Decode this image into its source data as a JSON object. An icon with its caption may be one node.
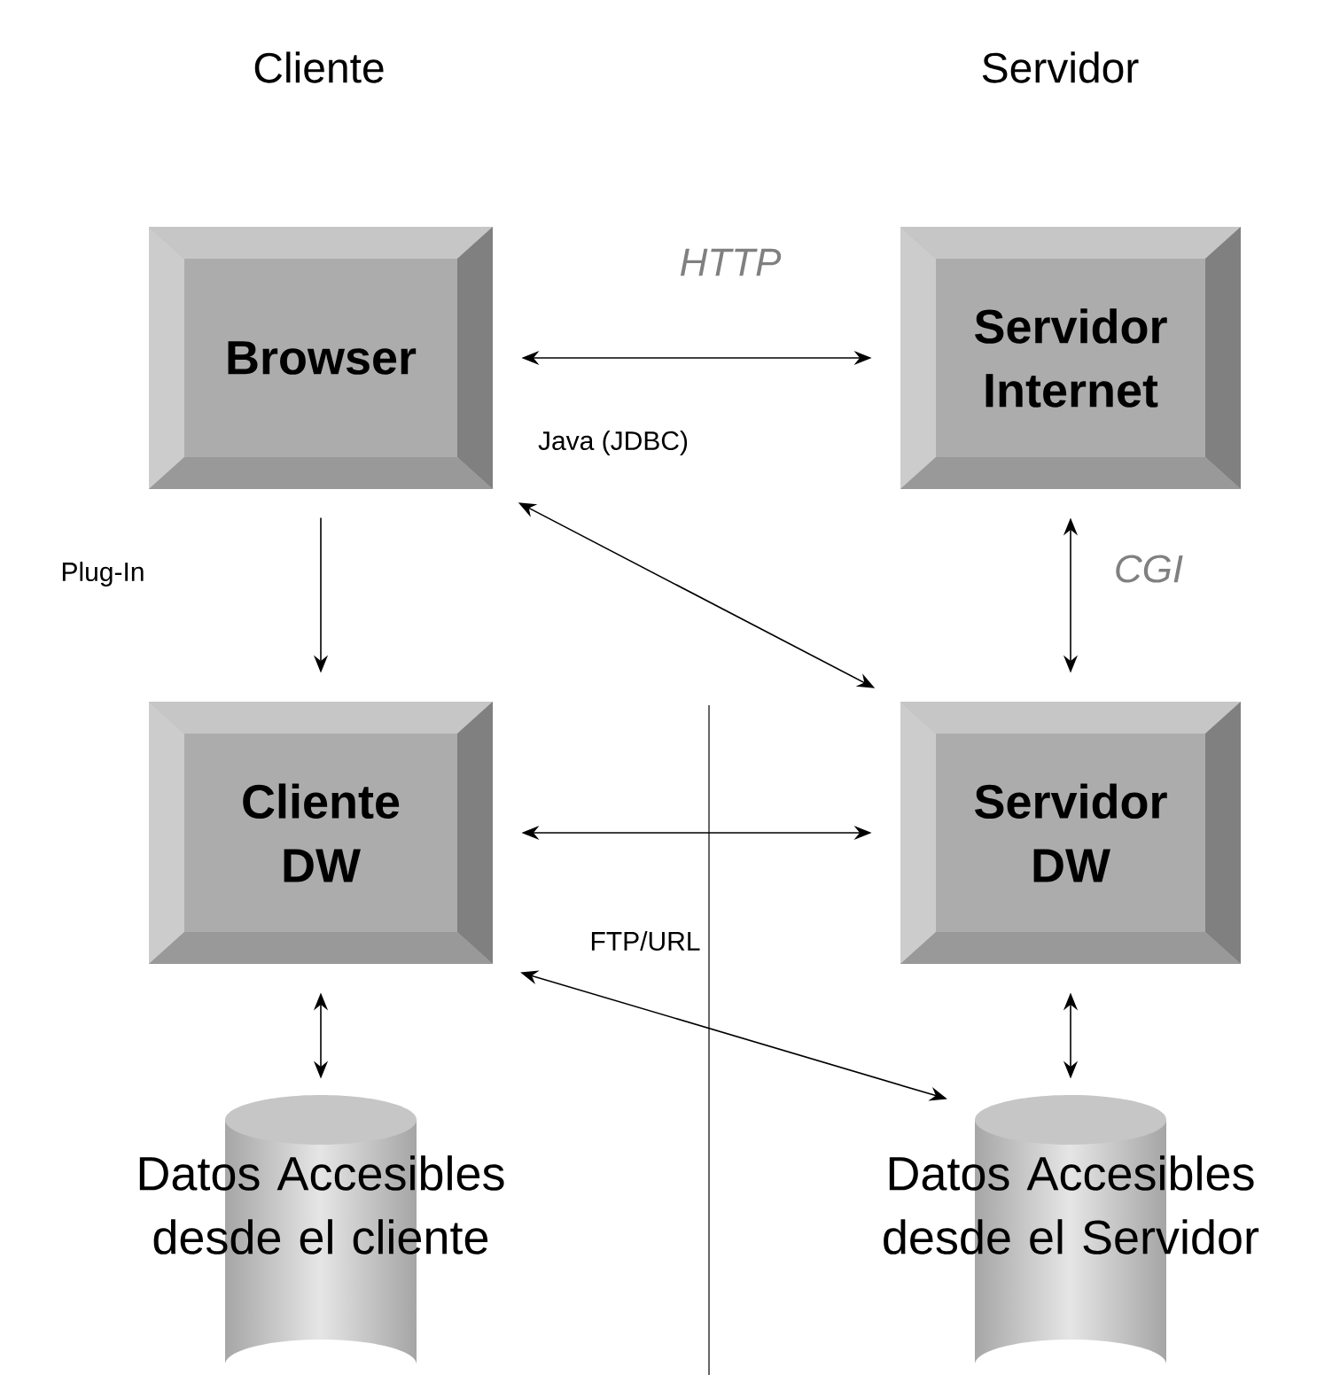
{
  "diagram": {
    "nodes": [
      {
        "text": [
          "Browser"
        ]
      },
      {
        "text": [
          "Servidor Internet"
        ]
      },
      {
        "text": [
          "Cliente DW"
        ]
      },
      {
        "text": [
          "Servidor DW"
        ]
      },
      {
        "text": [
          "Datos Accesibles desde el cliente"
        ]
      },
      {
        "text": [
          "Datos Accesibles desde el Servidor"
        ]
      }
    ],
    "edges": [
      {
        "from": 0,
        "to": 1,
        "arrow": "both",
        "label": "HTTP"
      },
      {
        "from": 0,
        "to": 2,
        "arrow": "to"
      },
      {
        "from": 0,
        "to": 3,
        "arrow": "both",
        "label": "Java (JDBC)"
      },
      {
        "from": 1,
        "to": 3,
        "arrow": "both",
        "label": "CGI"
      },
      {
        "from": 2,
        "to": 3,
        "arrow": "both"
      },
      {
        "from": 2,
        "to": 4,
        "arrow": "both"
      },
      {
        "from": 3,
        "to": 5,
        "arrow": "both"
      },
      {
        "from": 2,
        "to": 5,
        "arrow": "both",
        "label": "FTP/URL"
      }
    ],
    "labels": [
      "Cliente",
      "Servidor",
      "Plug-In"
    ]
  }
}
